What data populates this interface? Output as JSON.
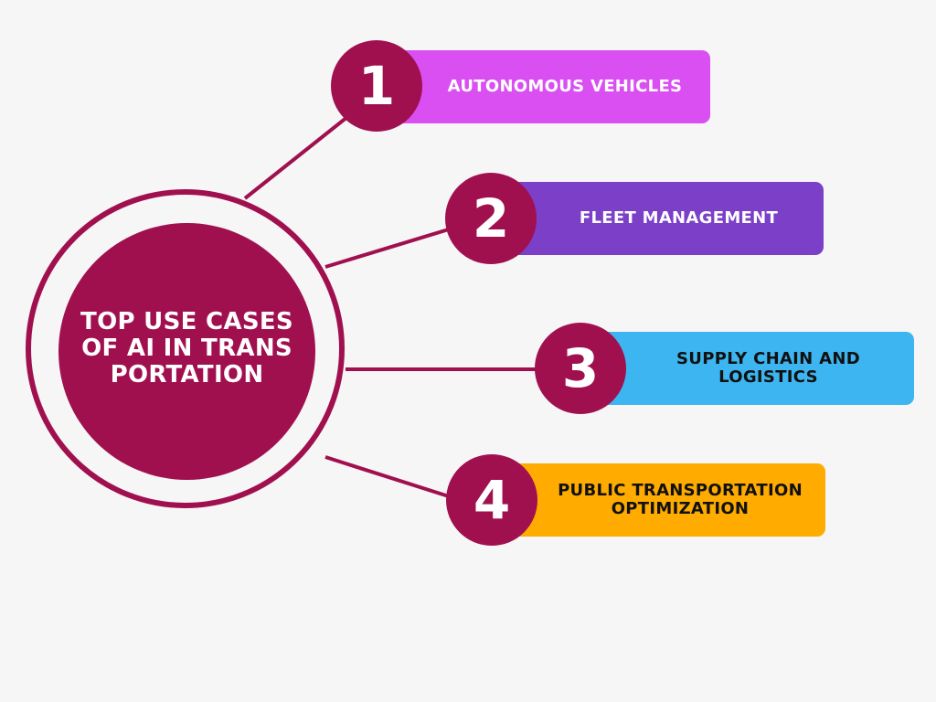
{
  "hub": {
    "title": "TOP USE CASES OF AI IN TRANSPORTATION"
  },
  "colors": {
    "hub": "#a0104f",
    "background": "#f6f6f6"
  },
  "items": [
    {
      "number": "1",
      "label": "AUTONOMOUS VEHICLES",
      "color": "#d94ff2",
      "text_color": "#ffffff"
    },
    {
      "number": "2",
      "label": "FLEET MANAGEMENT",
      "color": "#7b3fc8",
      "text_color": "#ffffff"
    },
    {
      "number": "3",
      "label": "SUPPLY CHAIN AND LOGISTICS",
      "color": "#3db5f0",
      "text_color": "#111111"
    },
    {
      "number": "4",
      "label": "PUBLIC TRANSPORTATION OPTIMIZATION",
      "color": "#ffab00",
      "text_color": "#111111"
    }
  ]
}
